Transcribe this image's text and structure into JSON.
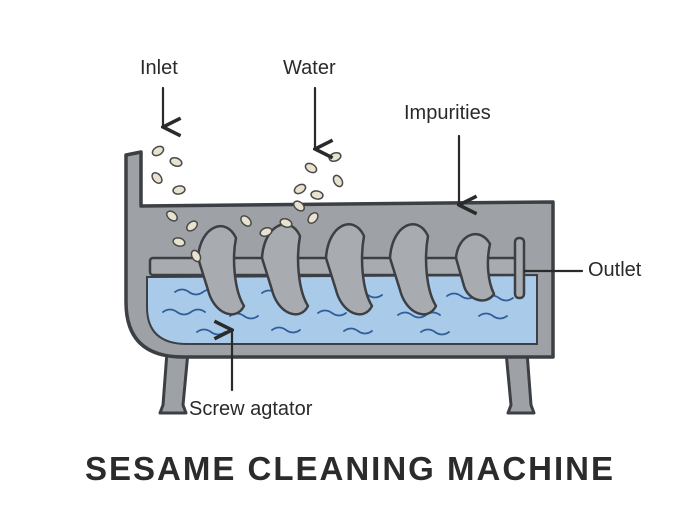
{
  "labels": {
    "inlet": "Inlet",
    "water": "Water",
    "impurities": "Impurities",
    "outlet": "Outlet",
    "screw": "Screw agtator"
  },
  "title": "SESAME CLEANING MACHINE",
  "colors": {
    "tank": "#9ea2a6",
    "tank_outline": "#3c3f44",
    "water": "#a9cbe9",
    "wave": "#2f5f99",
    "seed": "#e8e2d0",
    "label": "#2a2a2a"
  }
}
